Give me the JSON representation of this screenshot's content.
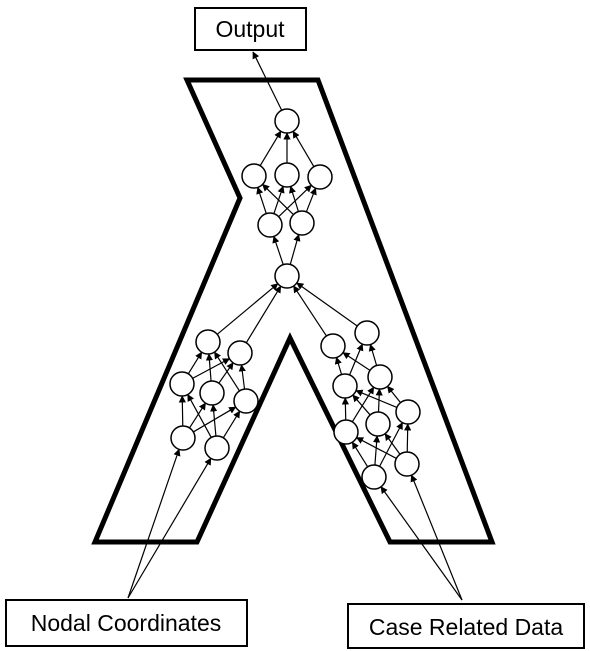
{
  "labels": {
    "output": "Output",
    "nodal_coordinates": "Nodal Coordinates",
    "case_related_data": "Case Related Data"
  },
  "colors": {
    "stroke": "#000000",
    "background": "#ffffff"
  }
}
